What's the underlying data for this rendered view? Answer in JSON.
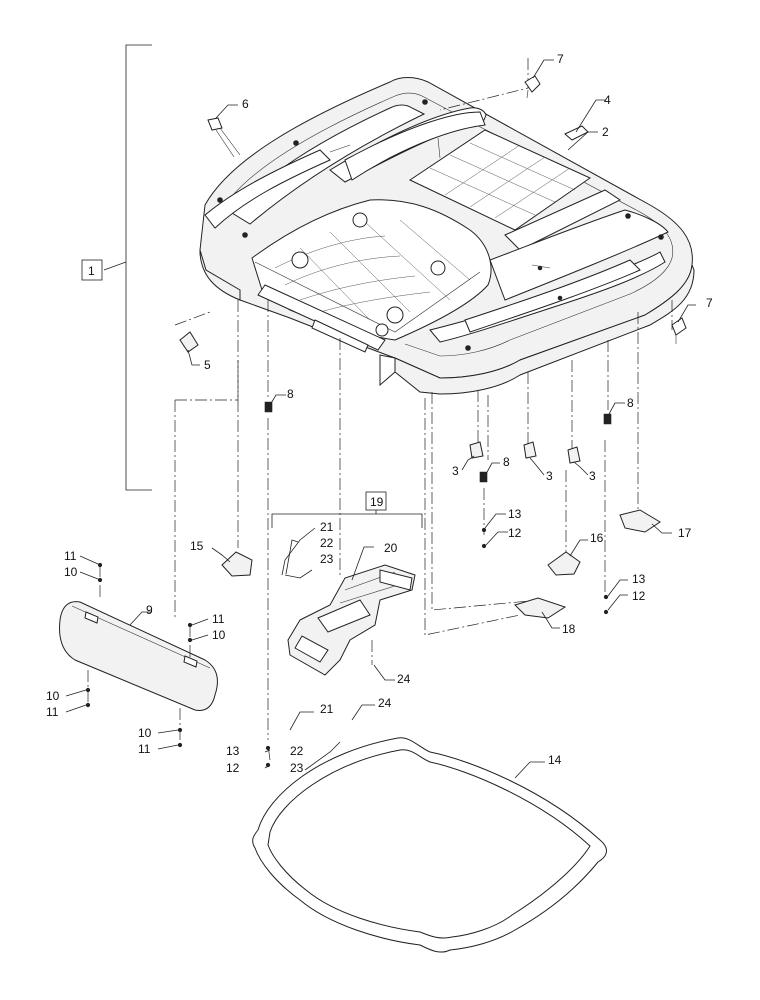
{
  "callouts": {
    "c1": "1",
    "c2": "2",
    "c3a": "3",
    "c3b": "3",
    "c3c": "3",
    "c4": "4",
    "c5": "5",
    "c6": "6",
    "c7a": "7",
    "c7b": "7",
    "c8a": "8",
    "c8b": "8",
    "c8c": "8",
    "c9": "9",
    "c10a": "10",
    "c10b": "10",
    "c10c": "10",
    "c10d": "10",
    "c11a": "11",
    "c11b": "11",
    "c11c": "11",
    "c11d": "11",
    "c12a": "12",
    "c12b": "12",
    "c12c": "12",
    "c13a": "13",
    "c13b": "13",
    "c13c": "13",
    "c14": "14",
    "c15": "15",
    "c16": "16",
    "c17": "17",
    "c18": "18",
    "c19": "19",
    "c20": "20",
    "c21a": "21",
    "c21b": "21",
    "c22a": "22",
    "c22b": "22",
    "c23a": "23",
    "c23b": "23",
    "c24a": "24",
    "c24b": "24"
  }
}
